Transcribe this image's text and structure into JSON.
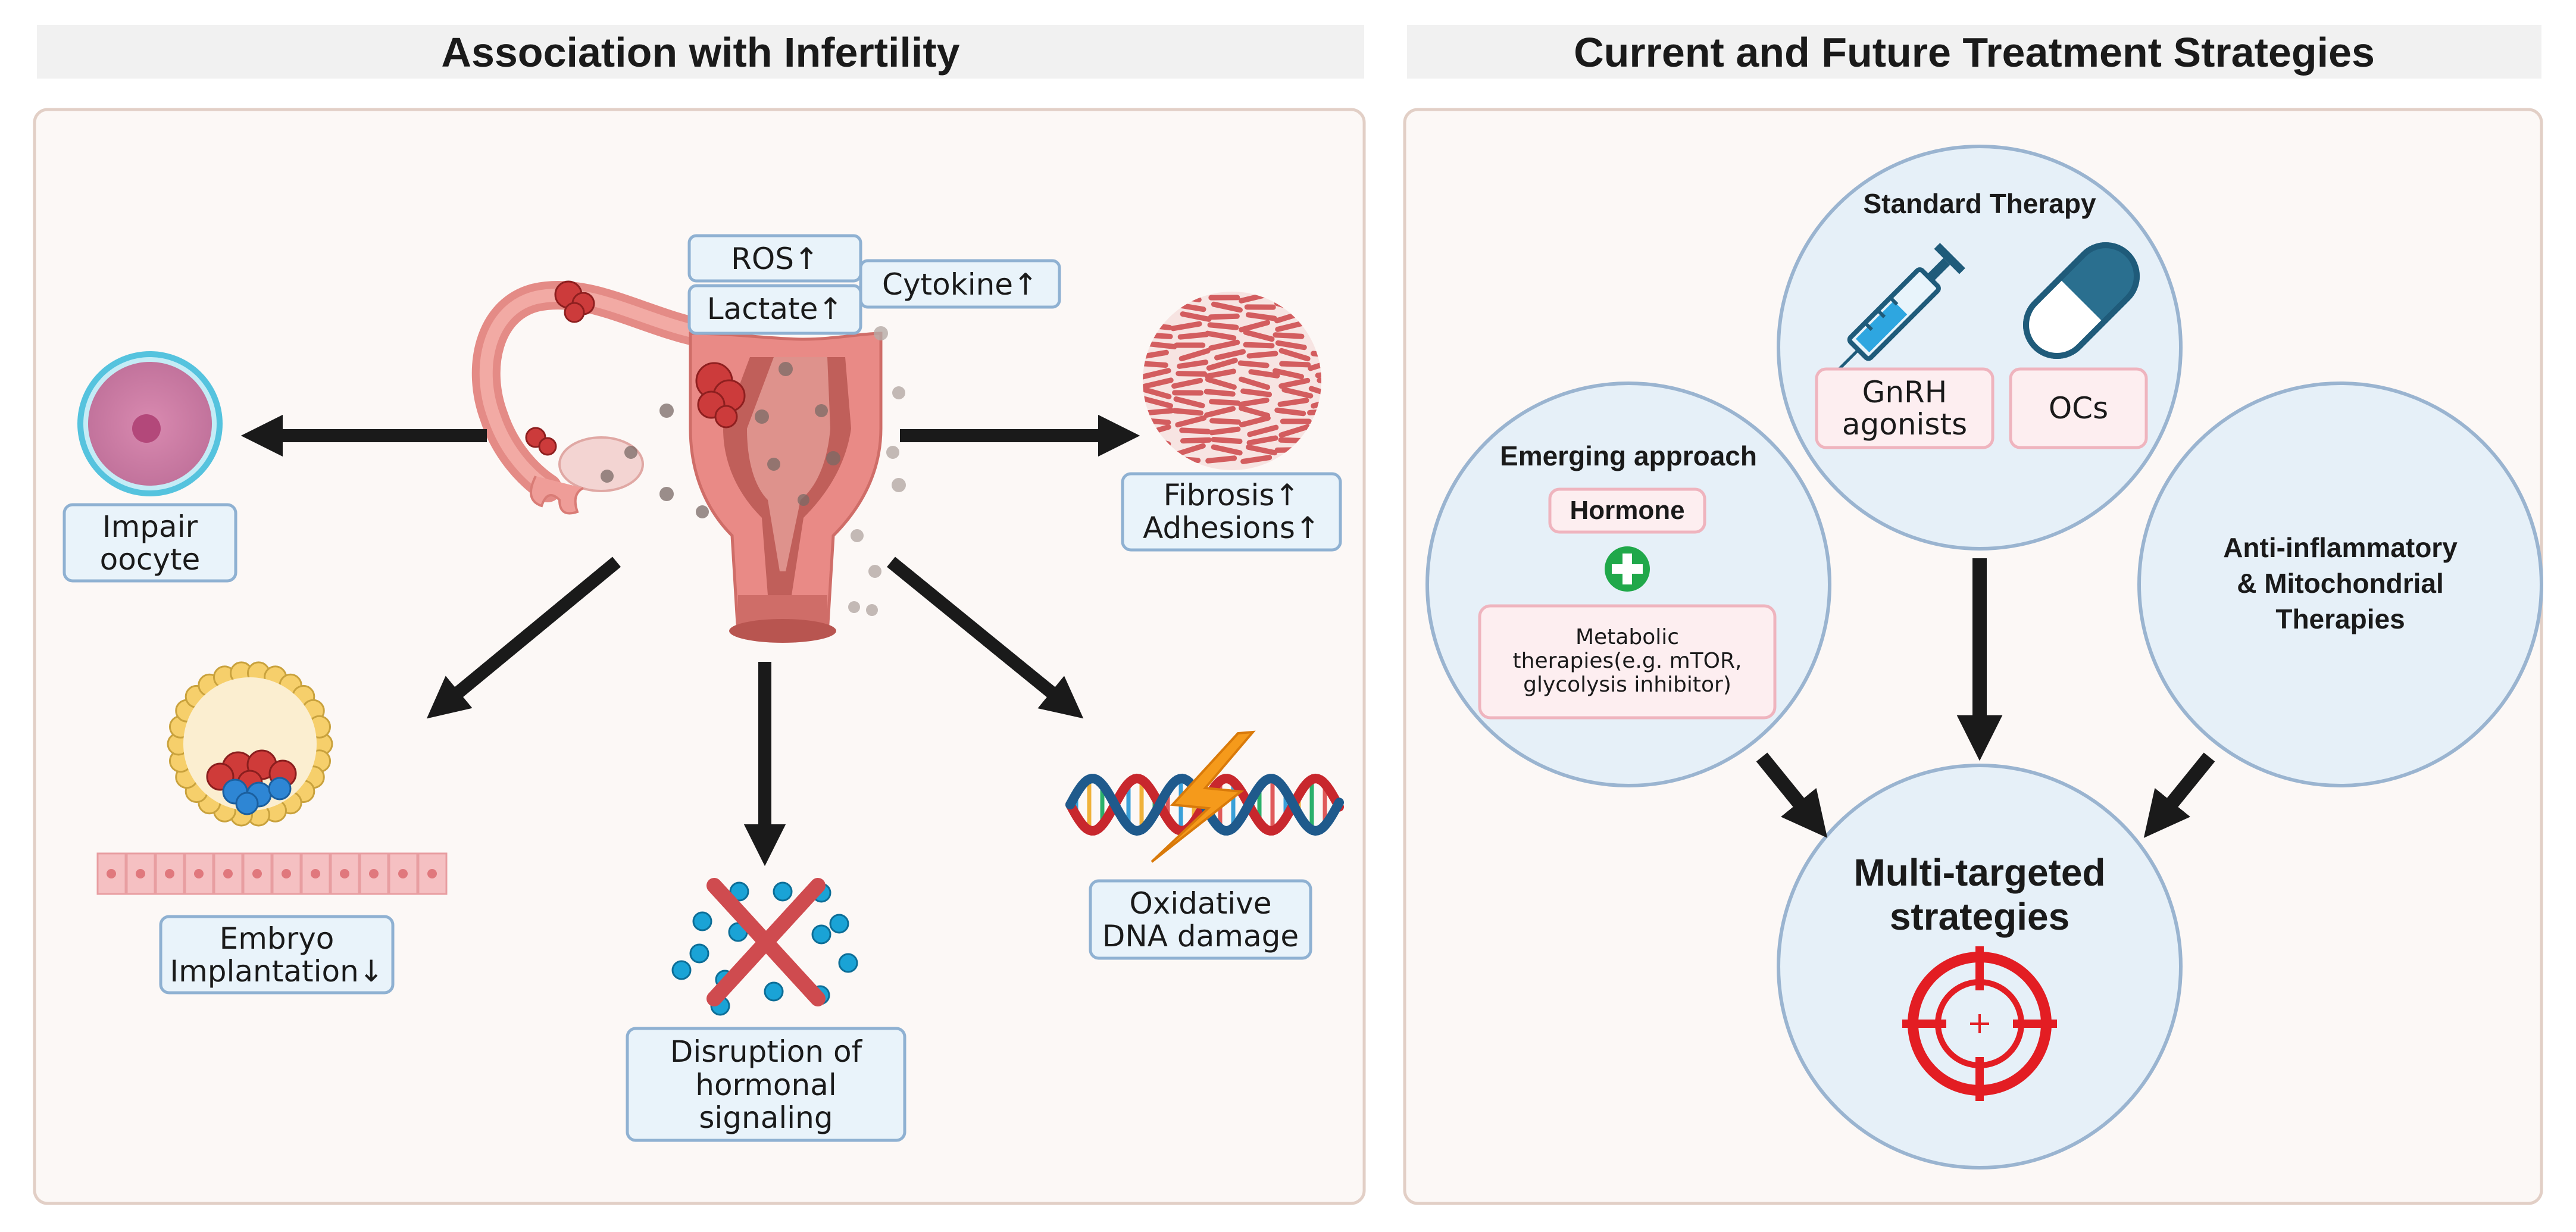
{
  "left": {
    "title": "Association with Infertility",
    "markers": {
      "ros": "ROS↑",
      "cytokine": "Cytokine↑",
      "lactate": "Lactate↑"
    },
    "outcomes": {
      "oocyte": [
        "Impair",
        "oocyte"
      ],
      "fibrosis": [
        "Fibrosis↑",
        "Adhesions↑"
      ],
      "embryo": [
        "Embryo",
        "Implantation↓"
      ],
      "hormonal": [
        "Disruption of",
        "hormonal",
        "signaling"
      ],
      "dna": [
        "Oxidative",
        "DNA damage"
      ]
    }
  },
  "right": {
    "title": "Current and Future Treatment Strategies",
    "standard": {
      "title": "Standard Therapy",
      "gnrh": [
        "GnRH",
        "agonists"
      ],
      "ocs": "OCs"
    },
    "emerging": {
      "title": "Emerging approach",
      "hormone": "Hormone",
      "metabolic": [
        "Metabolic",
        "therapies(e.g. mTOR,",
        "glycolysis inhibitor)"
      ]
    },
    "anti": [
      "Anti-inflammatory",
      "& Mitochondrial",
      "Therapies"
    ],
    "multi": [
      "Multi-targeted",
      "strategies"
    ]
  },
  "colors": {
    "panel_bg": "#fcf8f6",
    "panel_border": "#e2cfc6",
    "header_bg": "#f1f1f1",
    "box_fill": "#e9f3fa",
    "box_stroke": "#8fb1d2",
    "circle_fill": "#e6f0f8",
    "pink_fill": "#fdeef0",
    "pink_stroke": "#efb4be",
    "arrow": "#1a1a1a",
    "target_red": "#e31d23",
    "plus_green": "#20a84a"
  },
  "icons": [
    "uterus-icon",
    "oocyte-icon",
    "fibrosis-icon",
    "embryo-icon",
    "hormone-disruption-icon",
    "dna-damage-icon",
    "syringe-icon",
    "pill-icon",
    "plus-icon",
    "target-icon"
  ]
}
